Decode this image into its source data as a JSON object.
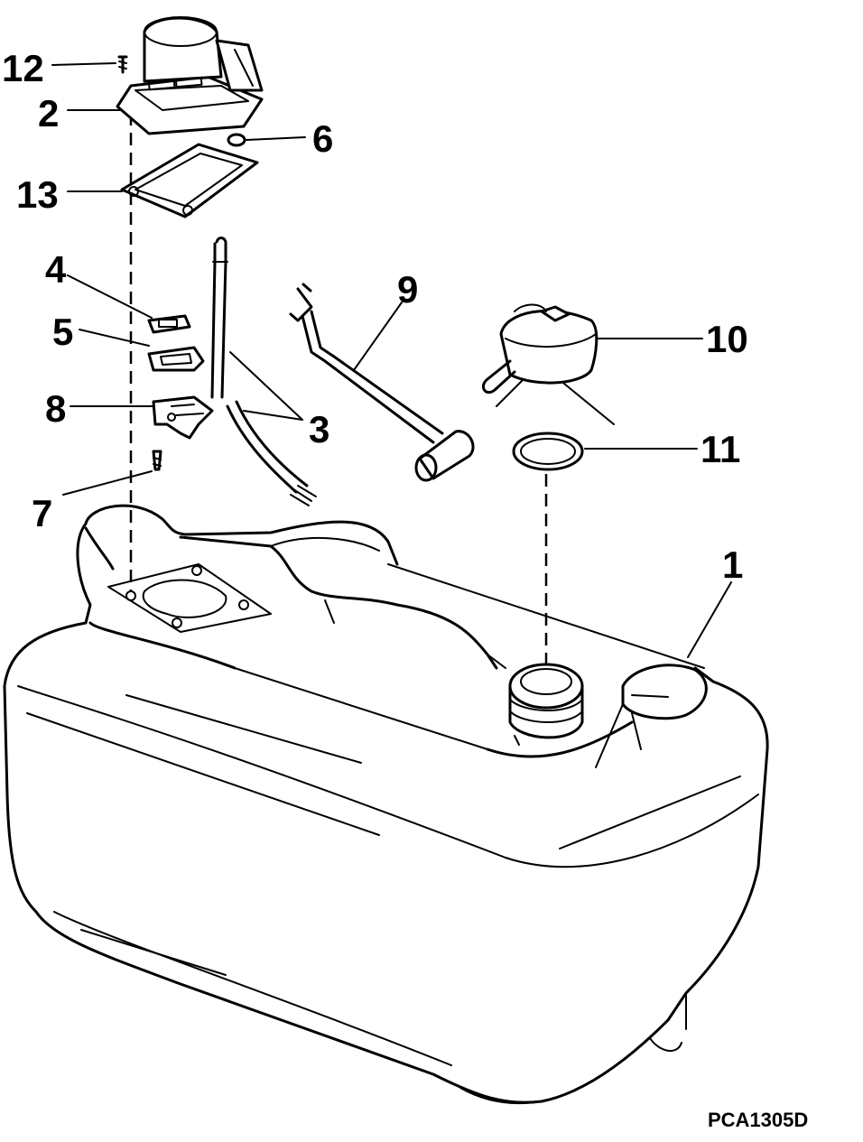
{
  "labels": [
    {
      "id": "12",
      "text": "12"
    },
    {
      "id": "2",
      "text": "2"
    },
    {
      "id": "6",
      "text": "6"
    },
    {
      "id": "13",
      "text": "13"
    },
    {
      "id": "4",
      "text": "4"
    },
    {
      "id": "5",
      "text": "5"
    },
    {
      "id": "8",
      "text": "8"
    },
    {
      "id": "7",
      "text": "7"
    },
    {
      "id": "3",
      "text": "3"
    },
    {
      "id": "9",
      "text": "9"
    },
    {
      "id": "10",
      "text": "10"
    },
    {
      "id": "11",
      "text": "11"
    },
    {
      "id": "1",
      "text": "1"
    }
  ],
  "figure_code": "PCA1305D"
}
